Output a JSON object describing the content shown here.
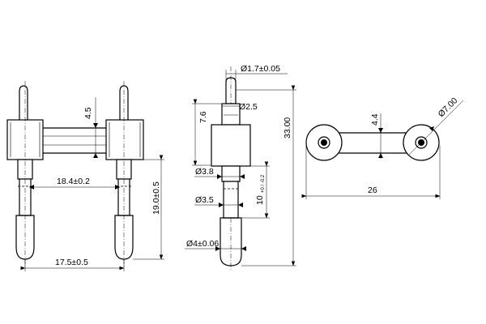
{
  "front_view": {
    "dim_height_upper": "4.5",
    "dim_inner_span": "18.4±0.2",
    "dim_height_lower": "19.0±0.5",
    "dim_pitch": "17.5±0.5"
  },
  "side_view": {
    "dim_tip_dia": "Ø1.7±0.05",
    "dim_shoulder_dia": "Ø2.5",
    "dim_tip_length": "7.6",
    "dim_total_length": "33.00",
    "dim_neck_dia": "Ø3.8",
    "dim_mid_length": "10",
    "dim_mid_length_tol": "+0 / -0.2",
    "dim_shank_dia": "Ø3.5",
    "dim_pin_dia": "Ø4±0.06"
  },
  "top_view": {
    "dim_boss_dia": "Ø7.00",
    "dim_web_width": "4.4",
    "dim_center_span": "26"
  }
}
